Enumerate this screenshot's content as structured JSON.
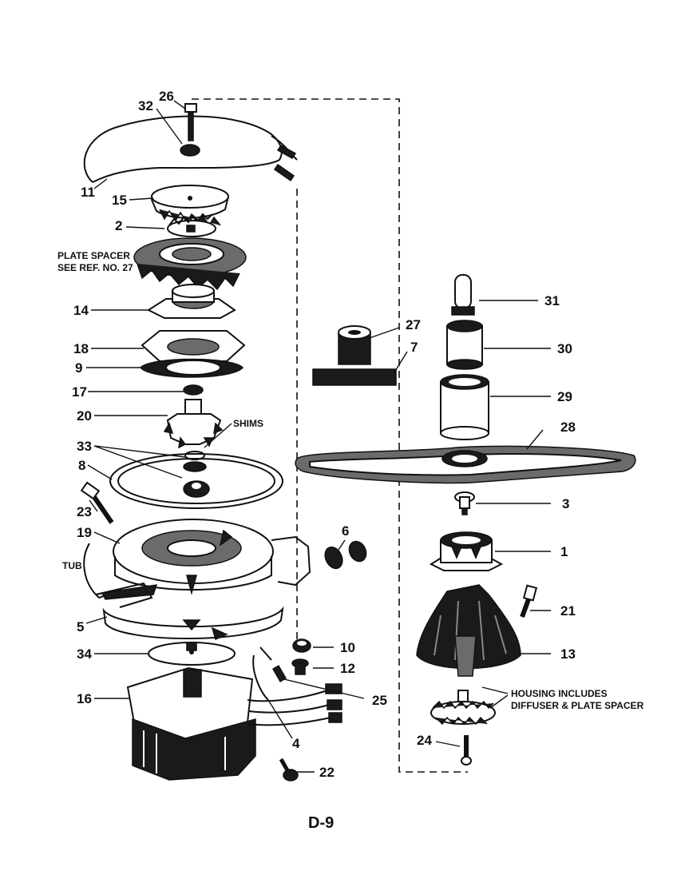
{
  "page_label": "D-9",
  "callouts": {
    "n26": "26",
    "n32": "32",
    "n11": "11",
    "n15": "15",
    "n2": "2",
    "n14": "14",
    "n18": "18",
    "n9": "9",
    "n17": "17",
    "n20": "20",
    "n33": "33",
    "n8": "8",
    "n23": "23",
    "n19": "19",
    "n5": "5",
    "n34": "34",
    "n16": "16",
    "n4": "4",
    "n22": "22",
    "n25": "25",
    "n12": "12",
    "n10": "10",
    "n6": "6",
    "n27": "27",
    "n7": "7",
    "n31": "31",
    "n30": "30",
    "n29": "29",
    "n28": "28",
    "n3": "3",
    "n1": "1",
    "n21": "21",
    "n13": "13",
    "n24": "24"
  },
  "labels": {
    "plate_spacer_line1": "PLATE SPACER",
    "plate_spacer_line2": "SEE REF. NO. 27",
    "shims": "SHIMS",
    "tub": "TUB",
    "housing_line1": "HOUSING INCLUDES",
    "housing_line2": "DIFFUSER & PLATE SPACER"
  }
}
